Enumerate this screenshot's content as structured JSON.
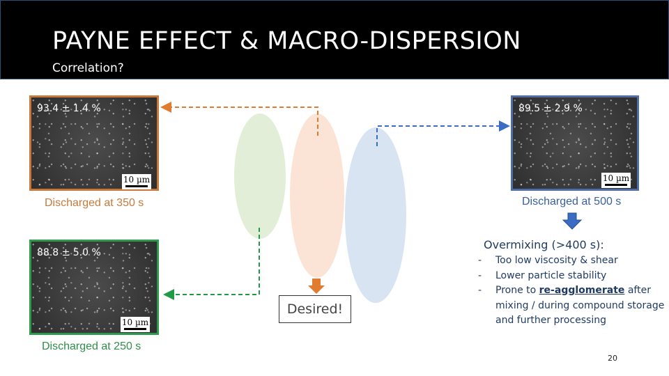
{
  "header": {
    "title": "PAYNE EFFECT & MACRO-DISPERSION",
    "subtitle": "Correlation?"
  },
  "panels": [
    {
      "id": "top-left",
      "value": "93.4 ± 1.4 %",
      "scale": "10 µm",
      "caption": "Discharged at 350 s",
      "border": "#c8793a"
    },
    {
      "id": "top-right",
      "value": "89.5 ± 2.9 %",
      "scale": "10 µm",
      "caption": "Discharged at 500 s",
      "border": "#4f6ea8"
    },
    {
      "id": "bottom-left",
      "value": "88.8 ± 5.0 %",
      "scale": "10 µm",
      "caption": "Discharged at 250 s",
      "border": "#2e9a4e"
    }
  ],
  "desired_label": "Desired!",
  "overmixing": {
    "title": "Overmixing (>400 s):",
    "bullets": [
      {
        "dash": "-",
        "text": "Too low viscosity & shear"
      },
      {
        "dash": "-",
        "text": "Lower particle stability"
      },
      {
        "dash": "-",
        "pre": "Prone to ",
        "emph": "re-agglomerate",
        "post": " after mixing / during compound storage and further processing"
      }
    ]
  },
  "colors": {
    "orange": "#e07b2f",
    "blue": "#3a6cc4",
    "green": "#1f9a45",
    "ellipse_green": "#e3eed9",
    "ellipse_orange": "#fbe4d6",
    "ellipse_blue": "#d9e4f3"
  },
  "page_number": "20"
}
